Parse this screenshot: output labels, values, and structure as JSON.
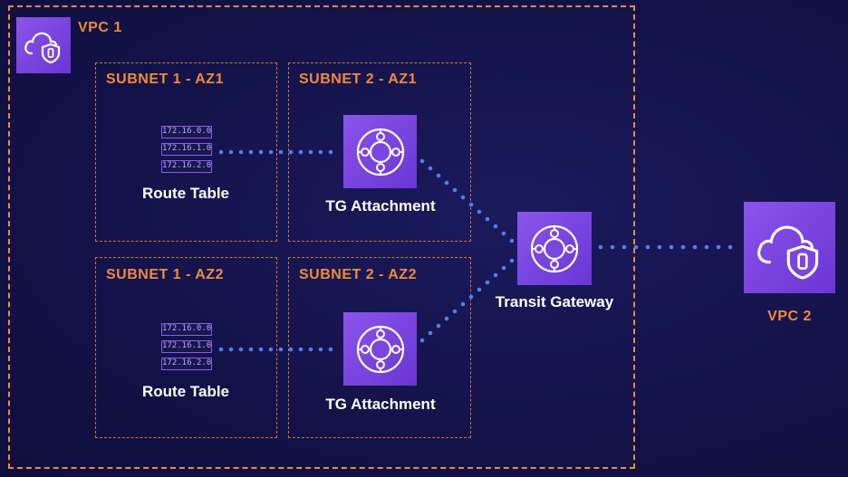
{
  "vpc1": {
    "label": "VPC 1"
  },
  "vpc2": {
    "label": "VPC 2"
  },
  "subnets": [
    {
      "label": "SUBNET 1 - AZ1"
    },
    {
      "label": "SUBNET 2 - AZ1"
    },
    {
      "label": "SUBNET 1 - AZ2"
    },
    {
      "label": "SUBNET 2 - AZ2"
    }
  ],
  "route_tables": [
    {
      "label": "Route Table",
      "entries": [
        "172.16.0.0",
        "172.16.1.0",
        "172.16.2.0"
      ]
    },
    {
      "label": "Route Table",
      "entries": [
        "172.16.0.0",
        "172.16.1.0",
        "172.16.2.0"
      ]
    }
  ],
  "tg_attachments": [
    {
      "label": "TG Attachment"
    },
    {
      "label": "TG Attachment"
    }
  ],
  "transit_gateway": {
    "label": "Transit Gateway"
  },
  "colors": {
    "background": "#14134a",
    "accent_orange": "#f08a3a",
    "icon_purple": "#7b45e0",
    "connector_blue": "#4f7df5"
  }
}
